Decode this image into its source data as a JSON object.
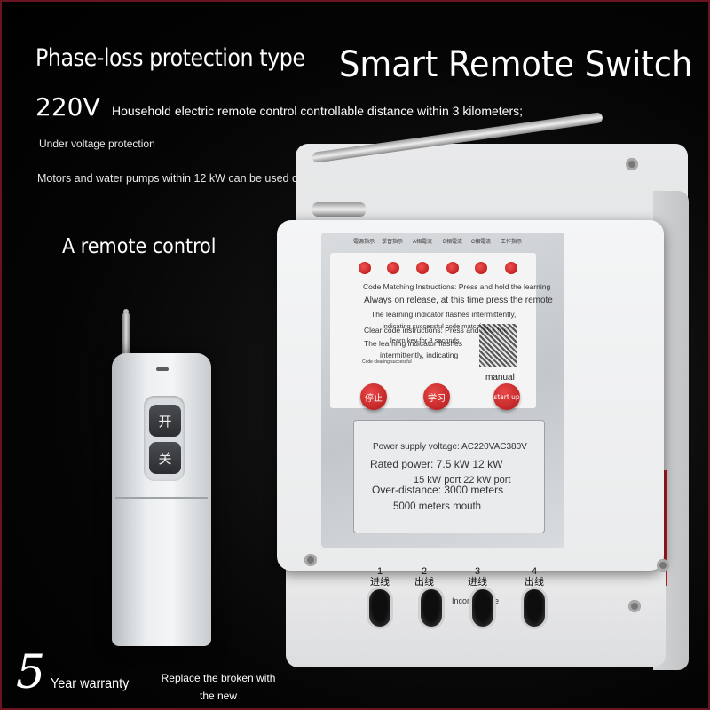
{
  "headline": {
    "left": "Phase-loss protection type",
    "right": "Smart Remote Switch"
  },
  "features": {
    "voltage": "220V",
    "voltage_desc": "Household electric remote control controllable distance within 3 kilometers;",
    "under_voltage": "Under voltage protection",
    "motors": "Motors and water pumps within 12 kW can be used directly"
  },
  "remote": {
    "label": "A remote control",
    "on_button": "开",
    "off_button": "关"
  },
  "panel": {
    "indicators": [
      {
        "label": "電源指示"
      },
      {
        "label": "學習指示"
      },
      {
        "label": "A相電流"
      },
      {
        "label": "B相電流"
      },
      {
        "label": "C相電流"
      },
      {
        "label": "工作指示"
      }
    ],
    "instructions": [
      "Code Matching Instructions: Press and hold the learning",
      "Always on release, at this time press the remote",
      "The learning indicator flashes intermittently,",
      "indicating successful code matching",
      "Clear code instructions: Press and hold the",
      "learn key for 8 seconds",
      "The learning indicator flashes",
      "intermittently, indicating",
      "Code clearing successful"
    ],
    "manual": "manual",
    "buttons": {
      "stop": "停止",
      "learn": "学习",
      "start": "start up"
    },
    "specs": [
      "Power supply voltage: AC220VAC380V",
      "Rated power: 7.5 kW 12 kW",
      "15 kW port 22 kW port",
      "Over-distance: 3000 meters",
      "5000 meters mouth"
    ]
  },
  "ports": [
    {
      "num": "1",
      "label": "进线"
    },
    {
      "num": "2",
      "label": "出线"
    },
    {
      "num": "3",
      "label": "进线"
    },
    {
      "num": "4",
      "label": "出线"
    }
  ],
  "ports_caption": "Incoming line",
  "warranty": {
    "number": "5",
    "text": "Year warranty",
    "replace": "Replace the broken with the new"
  },
  "colors": {
    "background": "#000000",
    "indicator_red": "#d42020",
    "frame": "#6a1420"
  }
}
